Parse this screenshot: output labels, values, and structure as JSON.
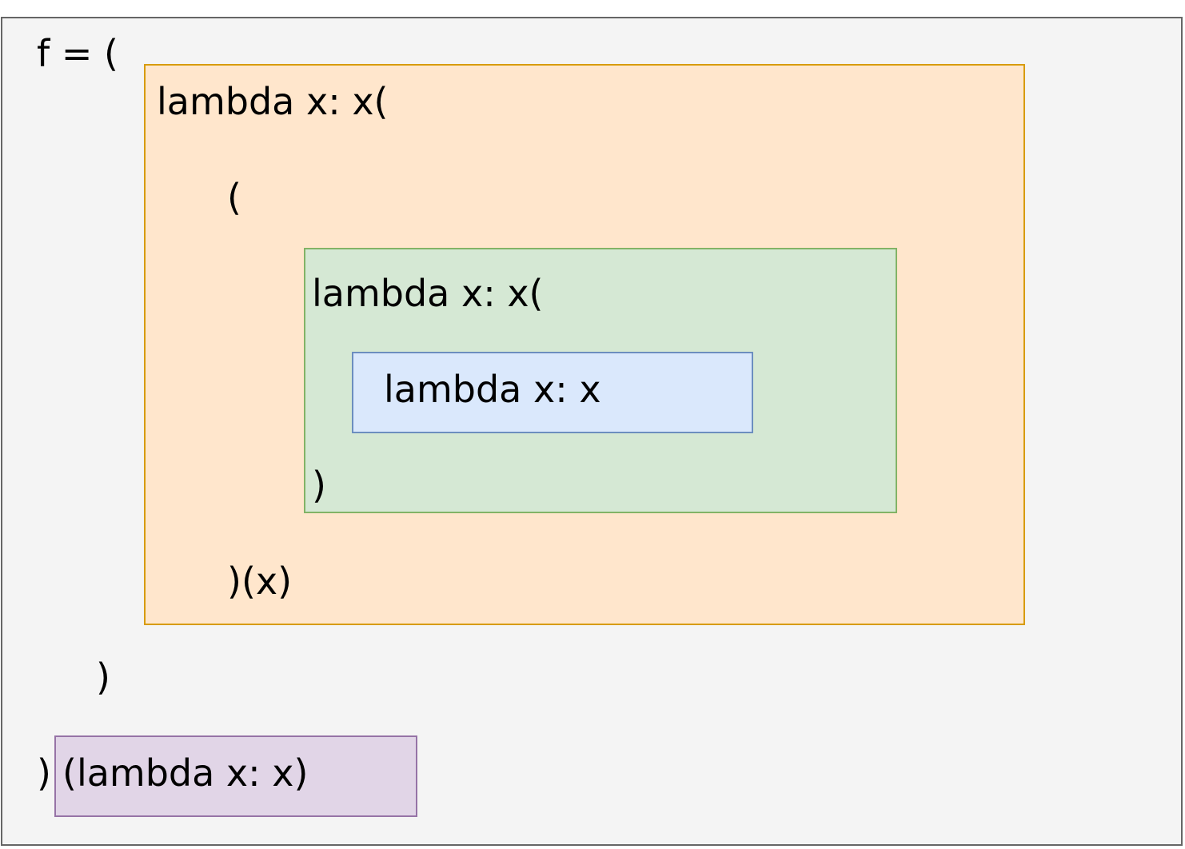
{
  "diagram": {
    "colors": {
      "outer_fill": "#f4f4f4",
      "outer_stroke": "#666666",
      "orange_fill": "#ffe6cc",
      "orange_stroke": "#d79b00",
      "green_fill": "#d5e8d4",
      "green_stroke": "#82b366",
      "blue_fill": "#dae8fc",
      "blue_stroke": "#6c8ebf",
      "purple_fill": "#e1d5e7",
      "purple_stroke": "#9673a6"
    },
    "lines": {
      "f_assign": "f = (",
      "outer_lambda": "lambda x: x(",
      "outer_open_paren": "(",
      "middle_lambda": "lambda x: x(",
      "inner_lambda": "lambda x: x",
      "middle_close_paren": ")",
      "outer_apply": ")(x)",
      "f_close_paren": ")",
      "final_close_paren": ")",
      "argument": "(lambda x: x)"
    }
  }
}
